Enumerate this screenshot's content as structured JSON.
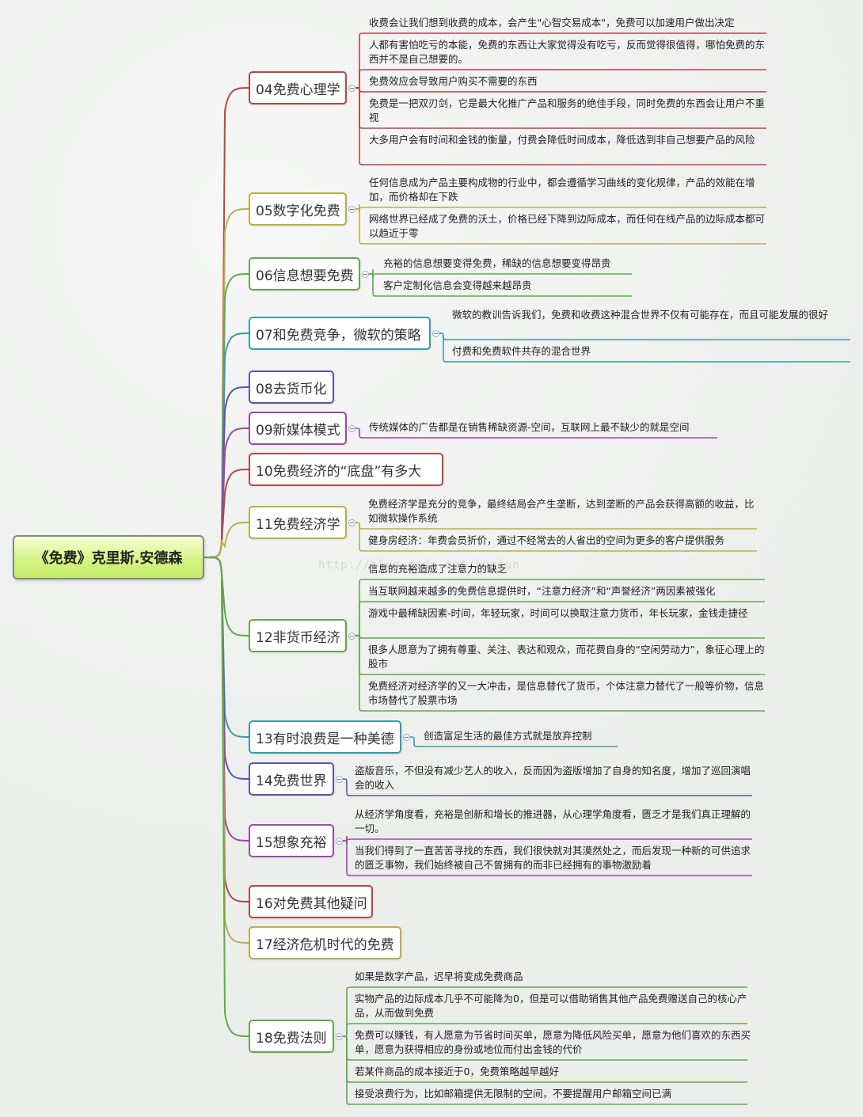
{
  "root": "《免费》克里斯.安德森",
  "watermark": "http://blog.csdn.net/huajun",
  "topics": [
    {
      "label": "04免费心理学",
      "color": "#b5464a",
      "leaves": [
        "收费会让我们想到收费的成本，会产生\"心智交易成本\"，免费可以加速用户做出决定",
        "人都有害怕吃亏的本能，免费的东西让大家觉得没有吃亏，反而觉得很值得，哪怕免费的东西并不是自己想要的。",
        "免费效应会导致用户购买不需要的东西",
        "免费是一把双刃剑，它是最大化推广产品和服务的绝佳手段，同时免费的东西会让用户不重视",
        "大多用户会有时间和金钱的衡量，付费会降低时间成本，降低选到非自己想要产品的风险"
      ]
    },
    {
      "label": "05数字化免费",
      "color": "#b9b04a",
      "leaves": [
        "任何信息成为产品主要构成物的行业中，都会遵循学习曲线的变化规律，产品的效能在增加，而价格却在下跌",
        "网络世界已经成了免费的沃土，价格已经下降到边际成本，而任何在线产品的边际成本都可以趋近于零"
      ]
    },
    {
      "label": "06信息想要免费",
      "color": "#62a84c",
      "leaves": [
        "充裕的信息想要变得免费，稀缺的信息想要变得昂贵",
        "客户定制化信息会变得越来越昂贵"
      ]
    },
    {
      "label": "07和免费竞争，微软的策略",
      "color": "#3c9aa6",
      "leaves": [
        "微软的教训告诉我们，免费和收费这种混合世界不仅有可能存在，而且可能发展的很好",
        "付费和免费软件共存的混合世界"
      ]
    },
    {
      "label": "08去货币化",
      "color": "#5a56a8",
      "leaves": []
    },
    {
      "label": "09新媒体模式",
      "color": "#9a4aa6",
      "leaves": [
        "传统媒体的广告都是在销售稀缺资源-空间，互联网上最不缺少的就是空间"
      ]
    },
    {
      "label": "10免费经济的“底盘”有多大",
      "color": "#b5464a",
      "leaves": []
    },
    {
      "label": "11免费经济学",
      "color": "#b9b04a",
      "leaves": [
        "免费经济学是充分的竞争，最终结局会产生垄断，达到垄断的产品会获得高额的收益，比如微软操作系统",
        "健身房经济：年费会员折价，通过不经常去的人省出的空间为更多的客户提供服务"
      ]
    },
    {
      "label": "12非货币经济",
      "color": "#62a84c",
      "leaves": [
        "信息的充裕造成了注意力的缺乏",
        "当互联网越来越多的免费信息提供时，“注意力经济”和“声誉经济”两因素被强化",
        "游戏中最稀缺因素-时间，年轻玩家，时间可以换取注意力货币，年长玩家，金钱走捷径",
        "很多人愿意为了拥有尊重、关注、表达和观众，而花费自身的“空闲劳动力”，象征心理上的股市",
        "免费经济对经济学的又一大冲击，是信息替代了货币，个体注意力替代了一般等价物，信息市场替代了股票市场"
      ]
    },
    {
      "label": "13有时浪费是一种美德",
      "color": "#3c9aa6",
      "leaves": [
        "创造富足生活的最佳方式就是放弃控制"
      ]
    },
    {
      "label": "14免费世界",
      "color": "#5a56a8",
      "leaves": [
        "盗版音乐，不但没有减少艺人的收入，反而因为盗版增加了自身的知名度，增加了巡回演唱会的收入"
      ]
    },
    {
      "label": "15想象充裕",
      "color": "#9a4aa6",
      "leaves": [
        "从经济学角度看，充裕是创新和增长的推进器，从心理学角度看，匮乏才是我们真正理解的一切。",
        "当我们得到了一直苦苦寻找的东西，我们很快就对其漠然处之，而后发现一种新的可供追求的匮乏事物，我们始终被自己不曾拥有的而非已经拥有的事物激励着"
      ]
    },
    {
      "label": "16对免费其他疑问",
      "color": "#b5464a",
      "leaves": []
    },
    {
      "label": "17经济危机时代的免费",
      "color": "#b9b04a",
      "leaves": []
    },
    {
      "label": "18免费法则",
      "color": "#62a84c",
      "leaves": [
        "如果是数字产品，迟早将变成免费商品",
        "实物产品的边际成本几乎不可能降为0，但是可以借助销售其他产品免费赠送自己的核心产品，从而做到免费",
        "免费可以赚钱，有人愿意为节省时间买单，愿意为降低风险买单，愿意为他们喜欢的东西买单，愿意为获得相应的身份或地位而付出金钱的代价",
        "若某件商品的成本接近于0，免费策略越早越好",
        "接受浪费行为，比如邮箱提供无限制的空间，不要提醒用户邮箱空间已满"
      ]
    }
  ]
}
